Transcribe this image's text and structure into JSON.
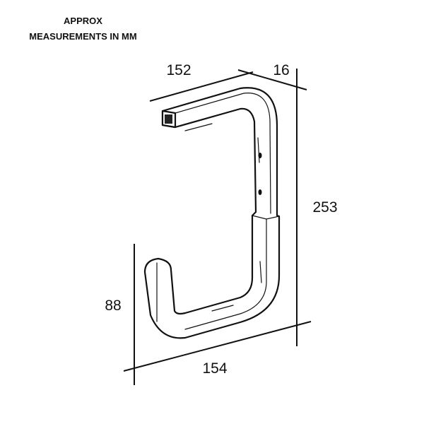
{
  "heading": {
    "line1": "APPROX",
    "line2": "MEASUREMENTS IN MM"
  },
  "dimensions": {
    "top_length": "152",
    "depth": "16",
    "height": "253",
    "hook_height": "88",
    "bottom_length": "154"
  }
}
